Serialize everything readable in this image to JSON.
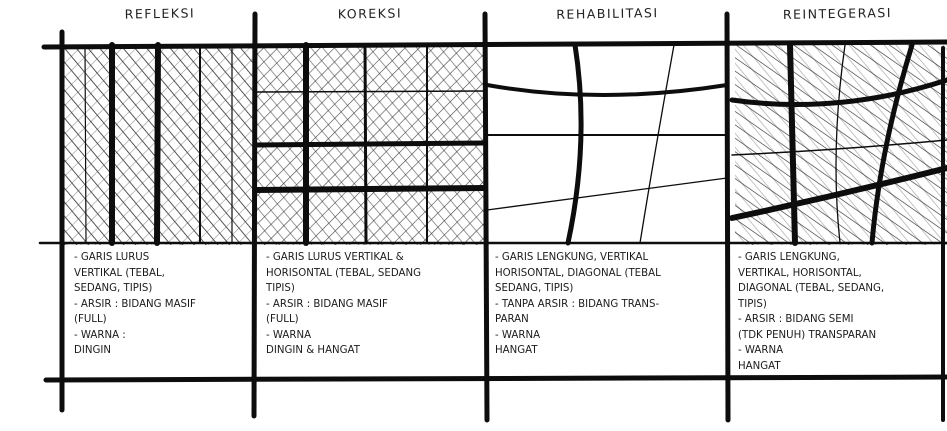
{
  "columns": [
    {
      "title": "REFLEKSI",
      "notes": [
        "- GARIS LURUS\nVERTIKAL (TEBAL,\nSEDANG, TIPIS)",
        "- ARSIR : BIDANG MASIF\n(FULL)",
        "- WARNA :\nDINGIN"
      ]
    },
    {
      "title": "KOREKSI",
      "notes": [
        "- GARIS LURUS VERTIKAL &\nHORISONTAL (TEBAL, SEDANG\nTIPIS)",
        "- ARSIR : BIDANG MASIF\n(FULL)",
        "- WARNA\nDINGIN & HANGAT"
      ]
    },
    {
      "title": "REHABILITASI",
      "notes": [
        "- GARIS LENGKUNG, VERTIKAL\nHORISONTAL, DIAGONAL (TEBAL\nSEDANG, TIPIS)",
        "- TANPA ARSIR : BIDANG TRANS-\nPARAN",
        "- WARNA\nHANGAT"
      ]
    },
    {
      "title": "REINTEGERASI",
      "notes": [
        "- GARIS LENGKUNG,\nVERTIKAL, HORISONTAL,\nDIAGONAL (TEBAL, SEDANG,\nTIPIS)",
        "- ARSIR : BIDANG SEMI\n(TDK PENUH) TRANSPARAN",
        "- WARNA\nHANGAT"
      ]
    }
  ]
}
